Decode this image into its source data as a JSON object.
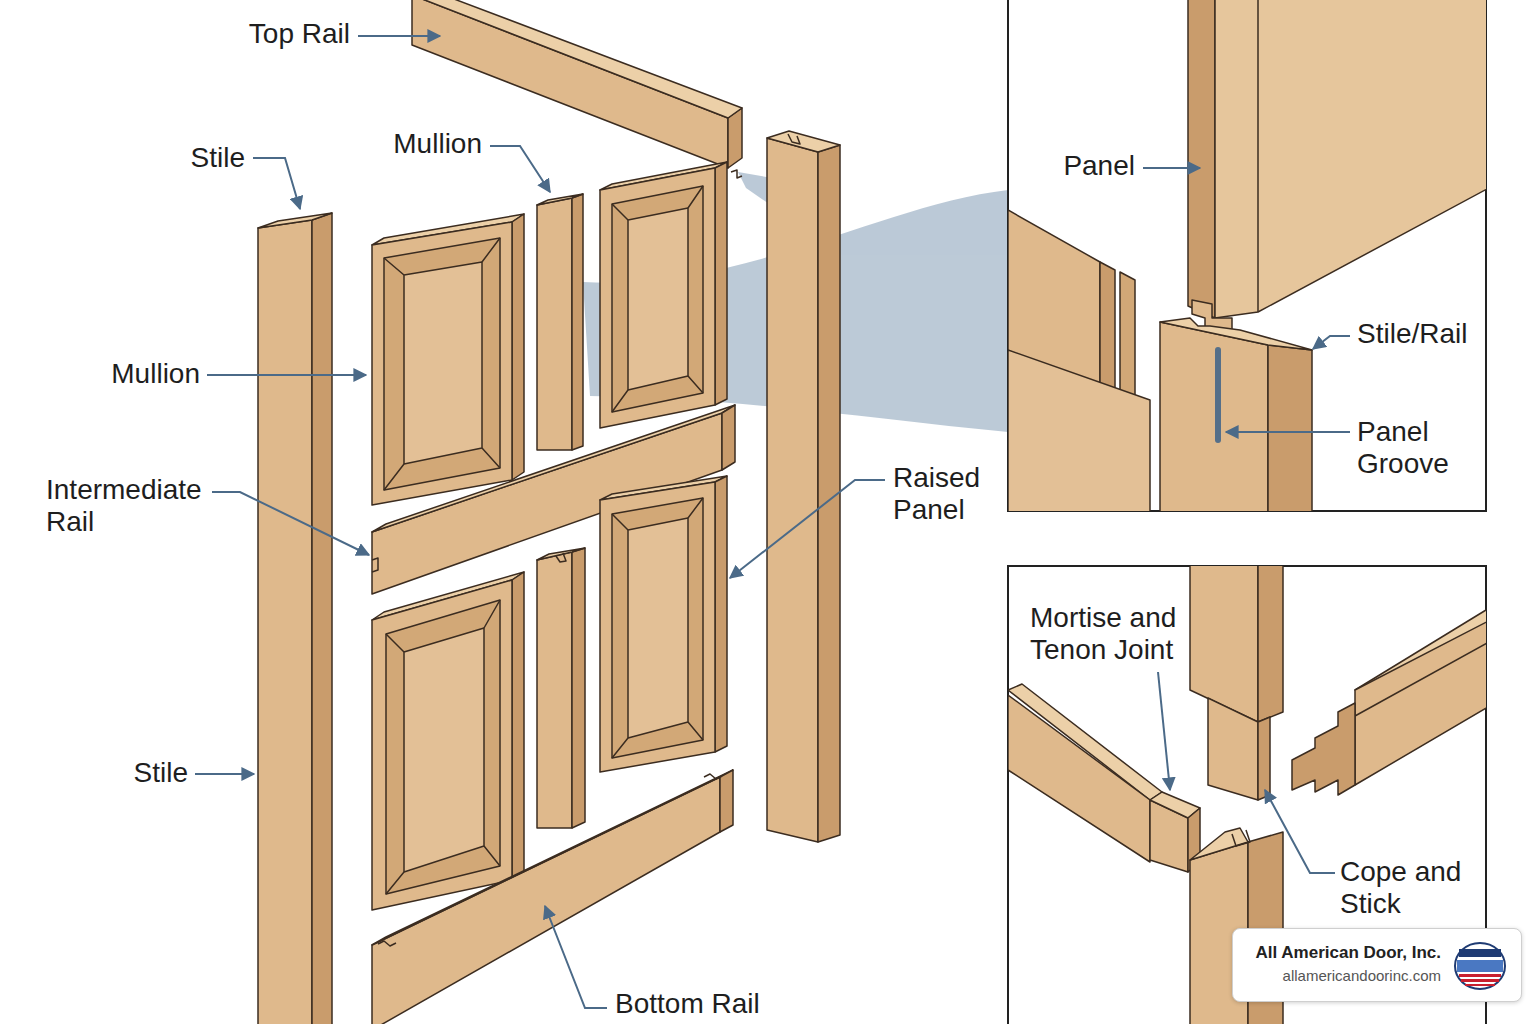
{
  "diagram": {
    "nodes": [
      {
        "text": [
          "All American Door, Inc.",
          "allamericandoorinc.com"
        ]
      }
    ],
    "labels": [
      "Top Rail",
      "Stile",
      "Mullion",
      "Mullion",
      "Intermediate Rail",
      "Stile",
      "Raised Panel",
      "Bottom Rail",
      "Panel",
      "Stile/Rail",
      "Panel Groove",
      "Mortise and Tenon Joint",
      "Cope and Stick"
    ]
  }
}
